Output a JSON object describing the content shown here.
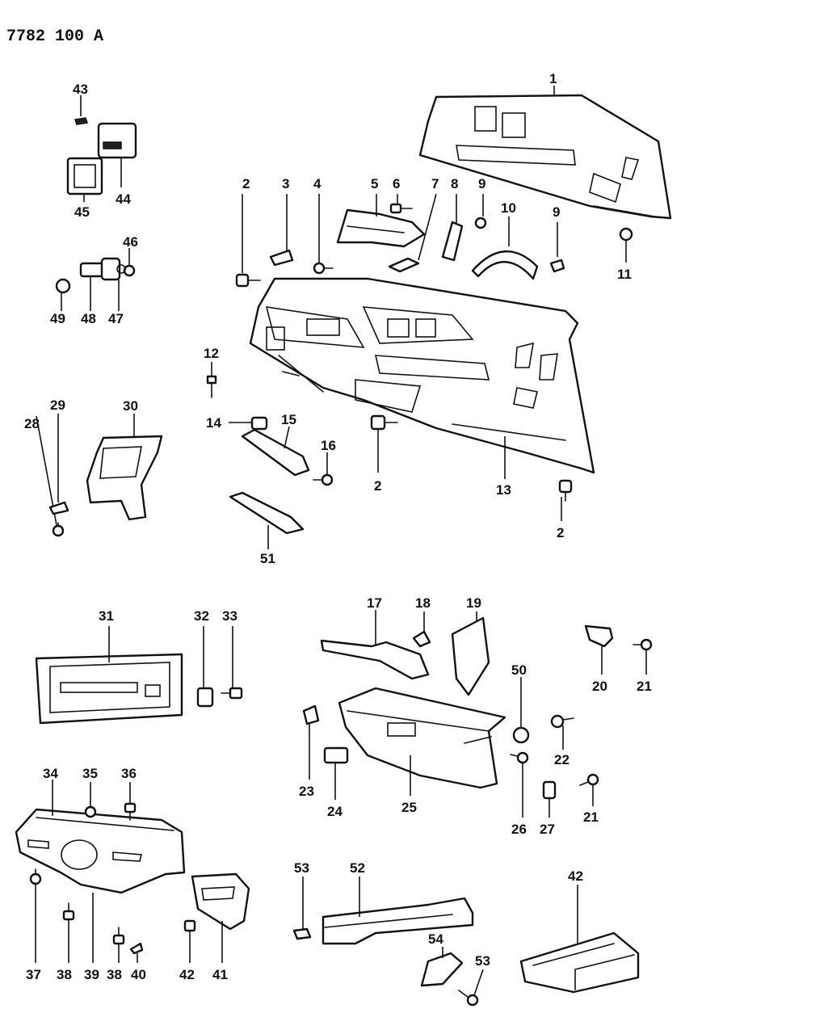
{
  "diagram_code": "7782 100 A",
  "callouts": {
    "c1": "1",
    "c2a": "2",
    "c2b": "2",
    "c2c": "2",
    "c3": "3",
    "c4": "4",
    "c5": "5",
    "c6": "6",
    "c7": "7",
    "c8": "8",
    "c9a": "9",
    "c9b": "9",
    "c10": "10",
    "c11": "11",
    "c12": "12",
    "c13": "13",
    "c14": "14",
    "c15": "15",
    "c16": "16",
    "c17": "17",
    "c18": "18",
    "c19": "19",
    "c20": "20",
    "c21a": "21",
    "c21b": "21",
    "c22": "22",
    "c23": "23",
    "c24": "24",
    "c25": "25",
    "c26": "26",
    "c27": "27",
    "c28": "28",
    "c29": "29",
    "c30": "30",
    "c31": "31",
    "c32": "32",
    "c33": "33",
    "c34": "34",
    "c35": "35",
    "c36": "36",
    "c37": "37",
    "c38a": "38",
    "c38b": "38",
    "c39": "39",
    "c40": "40",
    "c41": "41",
    "c42a": "42",
    "c42b": "42",
    "c43": "43",
    "c44": "44",
    "c45": "45",
    "c46": "46",
    "c47": "47",
    "c48": "48",
    "c49": "49",
    "c50": "50",
    "c51": "51",
    "c52": "52",
    "c53a": "53",
    "c53b": "53",
    "c54": "54"
  }
}
